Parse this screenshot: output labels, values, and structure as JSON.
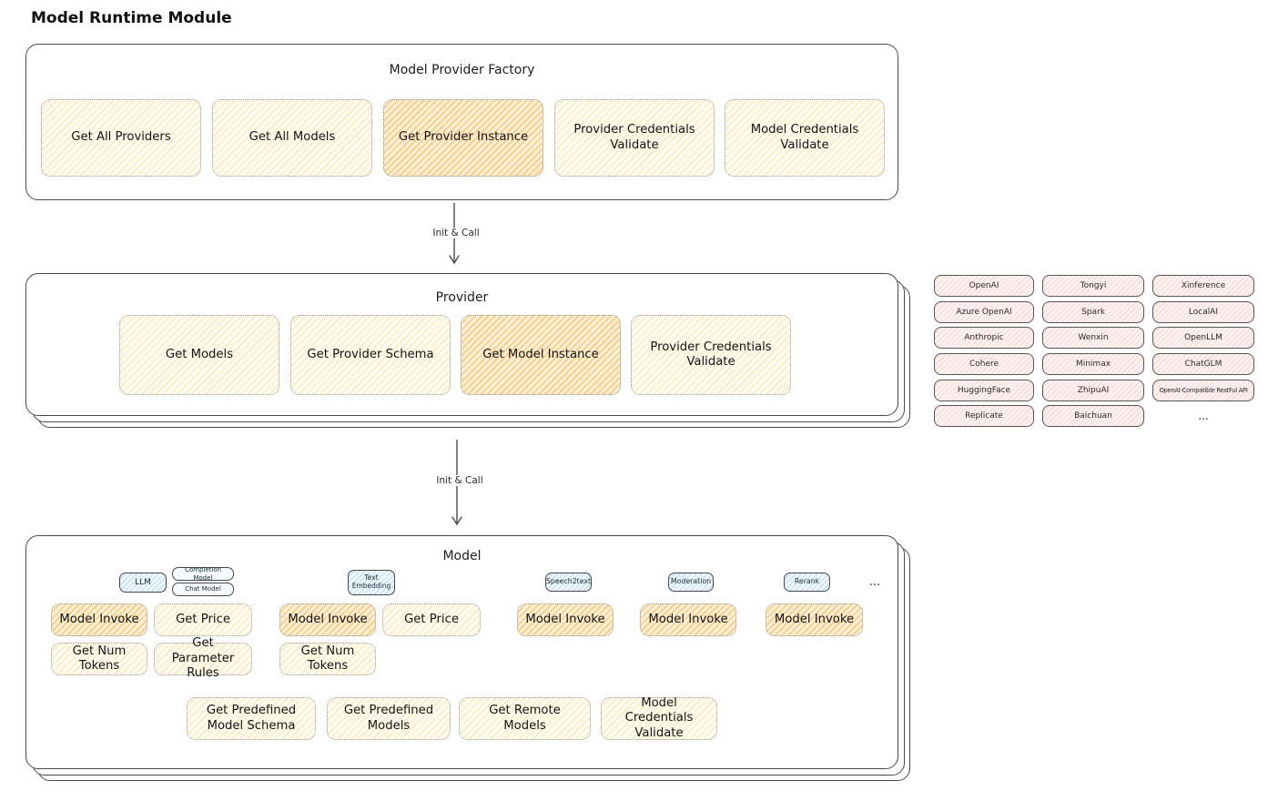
{
  "title": "Model Runtime Module",
  "arrows": [
    "Init & Call",
    "Init & Call"
  ],
  "factory": {
    "title": "Model Provider Factory",
    "buttons": [
      "Get All Providers",
      "Get All Models",
      "Get Provider Instance",
      "Provider Credentials Validate",
      "Model Credentials Validate"
    ]
  },
  "provider": {
    "title": "Provider",
    "buttons": [
      "Get Models",
      "Get Provider Schema",
      "Get Model Instance",
      "Provider Credentials Validate"
    ]
  },
  "provider_list": {
    "items": [
      "OpenAI",
      "Tongyi",
      "Xinference",
      "Azure OpenAI",
      "Spark",
      "LocalAI",
      "Anthropic",
      "Wenxin",
      "OpenLLM",
      "Cohere",
      "Minimax",
      "ChatGLM",
      "HuggingFace",
      "ZhipuAI",
      "OpenAI-Compatible RestFul API",
      "Replicate",
      "Baichuan"
    ],
    "more": "..."
  },
  "model": {
    "title": "Model",
    "tabs": [
      "LLM",
      "Completion Model",
      "Chat Model",
      "Text Embedding",
      "Speech2text",
      "Moderation",
      "Rerank"
    ],
    "more": "...",
    "ops": [
      "Model Invoke",
      "Get Price",
      "Model Invoke",
      "Get Price",
      "Model Invoke",
      "Model Invoke",
      "Model Invoke",
      "Get Num Tokens",
      "Get Parameter Rules",
      "Get Num Tokens"
    ],
    "bottom_ops": [
      "Get Predefined Model Schema",
      "Get Predefined Models",
      "Get Remote Models",
      "Model Credentials Validate"
    ]
  },
  "colors": {
    "box_border": "#4a4a4a",
    "op_fill_yellow": "#fdf6dd",
    "op_fill_highlight": "#f6c06a",
    "provider_fill_pink": "#f8dcd8",
    "tab_fill_blue": "#d7ebf8"
  }
}
